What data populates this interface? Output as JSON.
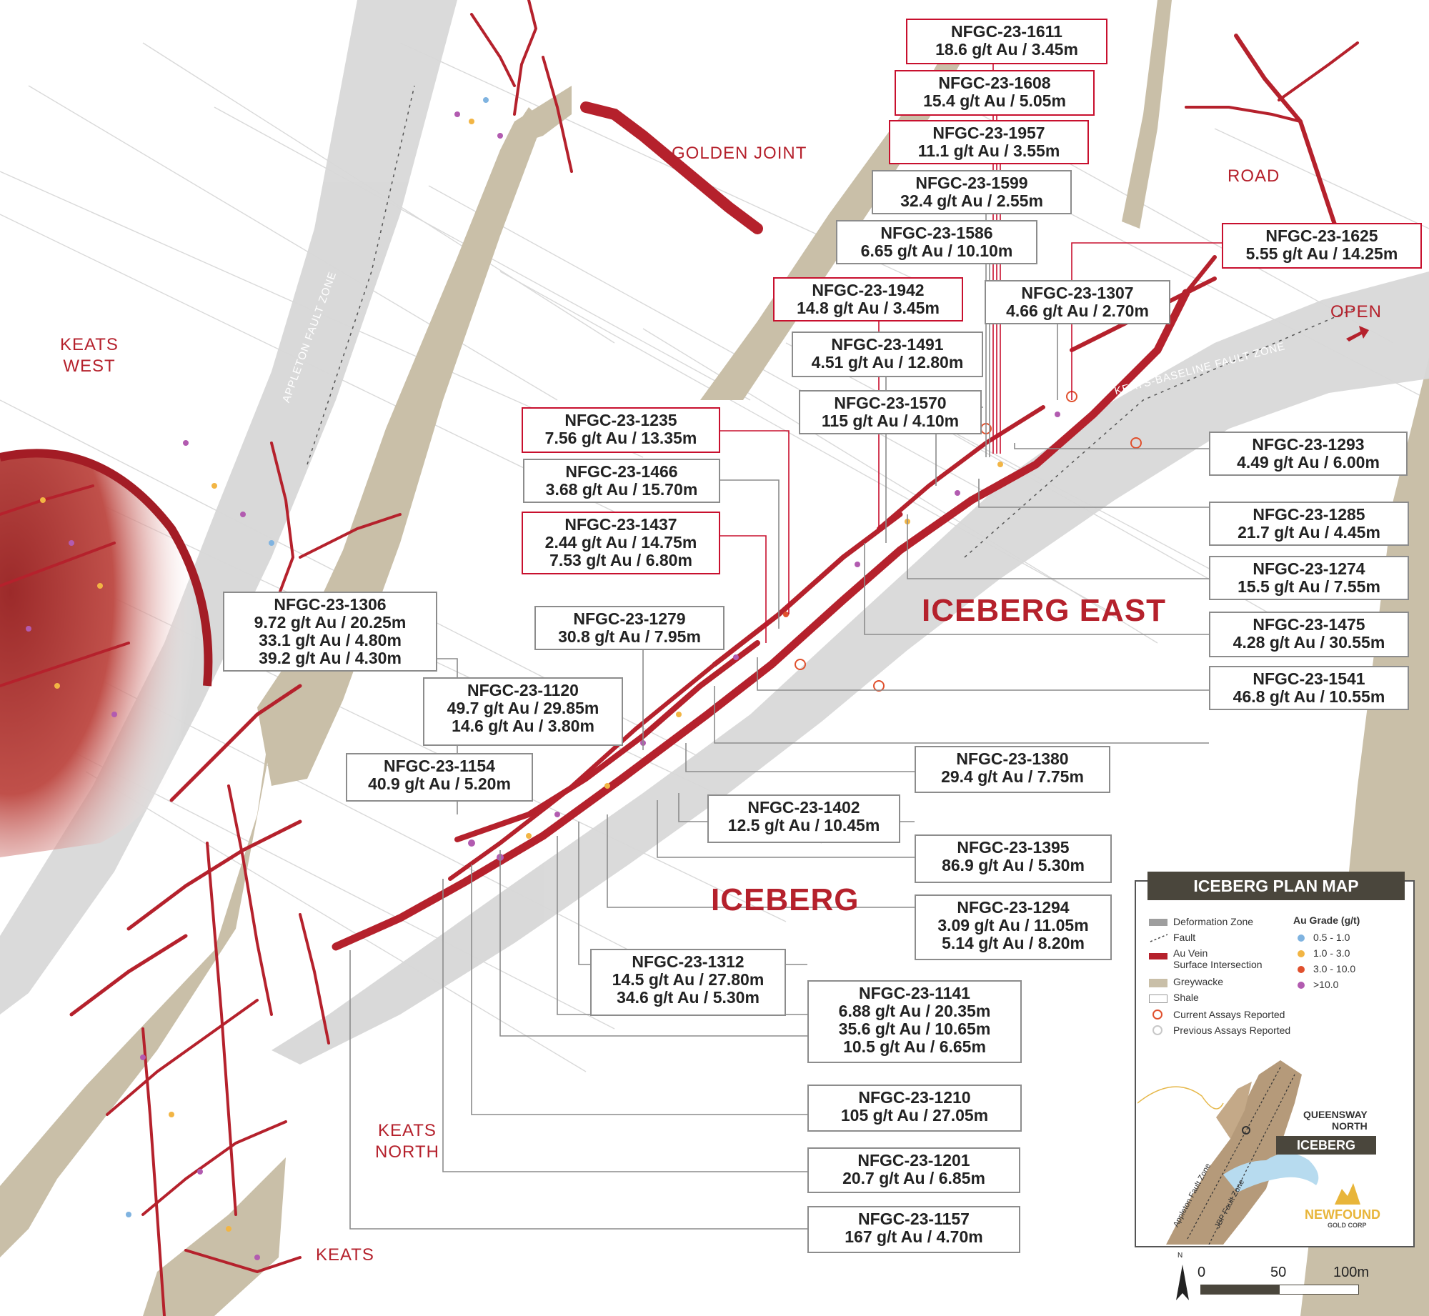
{
  "map": {
    "area_labels": {
      "keats_west": "KEATS\nWEST",
      "golden_joint": "GOLDEN JOINT",
      "road": "ROAD",
      "open": "OPEN",
      "keats_north": "KEATS\nNORTH",
      "keats": "KEATS"
    },
    "zone_labels": {
      "appleton": "APPLETON FAULT ZONE",
      "keats_baseline": "KEATS-BASELINE FAULT ZONE"
    },
    "big_labels": {
      "iceberg_east": "ICEBERG EAST",
      "iceberg": "ICEBERG"
    },
    "colors": {
      "au_vein": "#b5212c",
      "greywacke": "#c9bfa8",
      "deformation_zone": "#d8d8d8",
      "current_border": "#c8102e",
      "previous_border": "#8c8c8c"
    }
  },
  "drill_holes": [
    {
      "hole": "NFGC-23-1611",
      "intercepts": [
        "18.6 g/t Au / 3.45m"
      ],
      "status": "current"
    },
    {
      "hole": "NFGC-23-1608",
      "intercepts": [
        "15.4 g/t Au / 5.05m"
      ],
      "status": "current"
    },
    {
      "hole": "NFGC-23-1957",
      "intercepts": [
        "11.1 g/t Au / 3.55m"
      ],
      "status": "current"
    },
    {
      "hole": "NFGC-23-1599",
      "intercepts": [
        "32.4 g/t Au / 2.55m"
      ],
      "status": "previous"
    },
    {
      "hole": "NFGC-23-1586",
      "intercepts": [
        "6.65 g/t Au / 10.10m"
      ],
      "status": "previous"
    },
    {
      "hole": "NFGC-23-1625",
      "intercepts": [
        "5.55 g/t Au / 14.25m"
      ],
      "status": "current"
    },
    {
      "hole": "NFGC-23-1942",
      "intercepts": [
        "14.8 g/t Au / 3.45m"
      ],
      "status": "current"
    },
    {
      "hole": "NFGC-23-1307",
      "intercepts": [
        "4.66 g/t Au / 2.70m"
      ],
      "status": "previous"
    },
    {
      "hole": "NFGC-23-1491",
      "intercepts": [
        "4.51 g/t Au / 12.80m"
      ],
      "status": "previous"
    },
    {
      "hole": "NFGC-23-1570",
      "intercepts": [
        "115 g/t Au / 4.10m"
      ],
      "status": "previous"
    },
    {
      "hole": "NFGC-23-1235",
      "intercepts": [
        "7.56 g/t Au / 13.35m"
      ],
      "status": "current"
    },
    {
      "hole": "NFGC-23-1466",
      "intercepts": [
        "3.68 g/t Au / 15.70m"
      ],
      "status": "previous"
    },
    {
      "hole": "NFGC-23-1437",
      "intercepts": [
        "2.44 g/t Au / 14.75m",
        "7.53 g/t Au / 6.80m"
      ],
      "status": "current"
    },
    {
      "hole": "NFGC-23-1293",
      "intercepts": [
        "4.49 g/t Au / 6.00m"
      ],
      "status": "previous"
    },
    {
      "hole": "NFGC-23-1285",
      "intercepts": [
        "21.7 g/t Au / 4.45m"
      ],
      "status": "previous"
    },
    {
      "hole": "NFGC-23-1274",
      "intercepts": [
        "15.5 g/t Au / 7.55m"
      ],
      "status": "previous"
    },
    {
      "hole": "NFGC-23-1475",
      "intercepts": [
        "4.28 g/t Au / 30.55m"
      ],
      "status": "previous"
    },
    {
      "hole": "NFGC-23-1541",
      "intercepts": [
        "46.8 g/t Au / 10.55m"
      ],
      "status": "previous"
    },
    {
      "hole": "NFGC-23-1306",
      "intercepts": [
        "9.72 g/t Au / 20.25m",
        "33.1 g/t Au / 4.80m",
        "39.2 g/t Au / 4.30m"
      ],
      "status": "previous"
    },
    {
      "hole": "NFGC-23-1279",
      "intercepts": [
        "30.8 g/t Au / 7.95m"
      ],
      "status": "previous"
    },
    {
      "hole": "NFGC-23-1120",
      "intercepts": [
        "49.7 g/t Au / 29.85m",
        "14.6 g/t Au / 3.80m"
      ],
      "status": "previous"
    },
    {
      "hole": "NFGC-23-1154",
      "intercepts": [
        "40.9 g/t Au / 5.20m"
      ],
      "status": "previous"
    },
    {
      "hole": "NFGC-23-1380",
      "intercepts": [
        "29.4 g/t Au / 7.75m"
      ],
      "status": "previous"
    },
    {
      "hole": "NFGC-23-1402",
      "intercepts": [
        "12.5 g/t Au / 10.45m"
      ],
      "status": "previous"
    },
    {
      "hole": "NFGC-23-1395",
      "intercepts": [
        "86.9 g/t Au / 5.30m"
      ],
      "status": "previous"
    },
    {
      "hole": "NFGC-23-1294",
      "intercepts": [
        "3.09 g/t Au / 11.05m",
        "5.14 g/t Au / 8.20m"
      ],
      "status": "previous"
    },
    {
      "hole": "NFGC-23-1312",
      "intercepts": [
        "14.5 g/t Au / 27.80m",
        "34.6 g/t Au / 5.30m"
      ],
      "status": "previous"
    },
    {
      "hole": "NFGC-23-1141",
      "intercepts": [
        "6.88 g/t Au / 20.35m",
        "35.6 g/t Au / 10.65m",
        "10.5 g/t Au / 6.65m"
      ],
      "status": "previous"
    },
    {
      "hole": "NFGC-23-1210",
      "intercepts": [
        "105 g/t Au / 27.05m"
      ],
      "status": "previous"
    },
    {
      "hole": "NFGC-23-1201",
      "intercepts": [
        "20.7 g/t Au / 6.85m"
      ],
      "status": "previous"
    },
    {
      "hole": "NFGC-23-1157",
      "intercepts": [
        "167 g/t Au / 4.70m"
      ],
      "status": "previous"
    }
  ],
  "legend": {
    "title": "ICEBERG PLAN MAP",
    "items": {
      "deformation_zone": "Deformation Zone",
      "fault": "Fault",
      "au_vein_1": "Au Vein",
      "au_vein_2": "Surface Intersection",
      "greywacke": "Greywacke",
      "shale": "Shale",
      "current_assays": "Current Assays Reported",
      "previous_assays": "Previous Assays Reported"
    },
    "au_grade": {
      "title": "Au Grade (g/t)",
      "ranges": [
        {
          "label": "0.5 - 1.0",
          "color": "#7fb3e0"
        },
        {
          "label": "1.0 - 3.0",
          "color": "#f2b544"
        },
        {
          "label": "3.0 - 10.0",
          "color": "#e0502d"
        },
        {
          "label": ">10.0",
          "color": "#b25bb0"
        }
      ]
    },
    "inset": {
      "queensway_north": "QUEENSWAY\nNORTH",
      "iceberg": "ICEBERG",
      "appleton": "Appleton Fault Zone",
      "jbp": "JBP Fault Zone",
      "company_1": "NEWFOUND",
      "company_2": "GOLD CORP"
    }
  },
  "scale_bar": {
    "north": "N",
    "t0": "0",
    "t50": "50",
    "t100": "100m"
  }
}
